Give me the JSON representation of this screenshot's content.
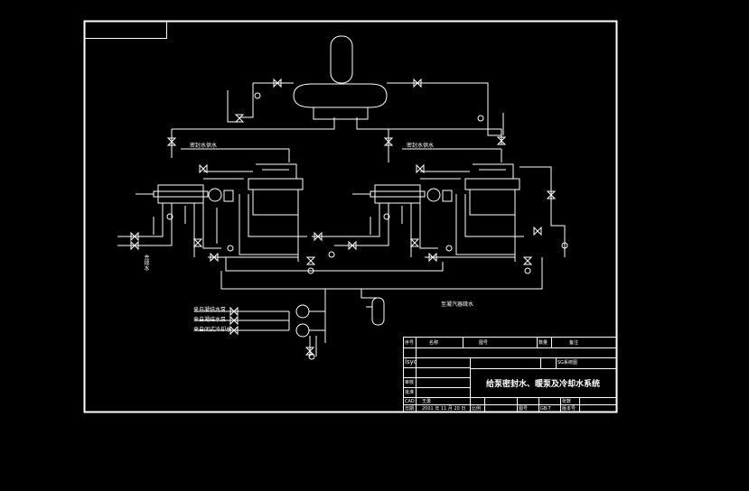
{
  "drawing": {
    "title": "给泵密封水、暖泵及冷却水系统",
    "labels": {
      "seal_water_supply_left": "密封水供水",
      "seal_water_supply_right": "密封水供水",
      "cond_water_return": "至凝汽器疏水",
      "cooling_in_1": "来自凝结水泵",
      "cooling_in_2": "来自凝结水泵",
      "cooling_in_3": "来自闭式冷却水",
      "left_side_vertical": "去排水"
    }
  },
  "title_block": {
    "header": [
      "序号",
      "名称",
      "图号",
      "数量",
      "备注"
    ],
    "designer_label": "lsyc",
    "check_label": "审核",
    "approve_label": "批准",
    "cad_label": "CAD",
    "date_label": "日期",
    "date_value": "2001 年 11 月 20 日",
    "drawing_type": "SG系统图",
    "scale_label": "比例",
    "sheet_label": "图号",
    "sheet_value": "GB-T",
    "page_label": "张数",
    "ver_label": "版本号",
    "design_name": "王勇"
  },
  "colors": {
    "background": "#000000",
    "line": "#ffffff"
  }
}
